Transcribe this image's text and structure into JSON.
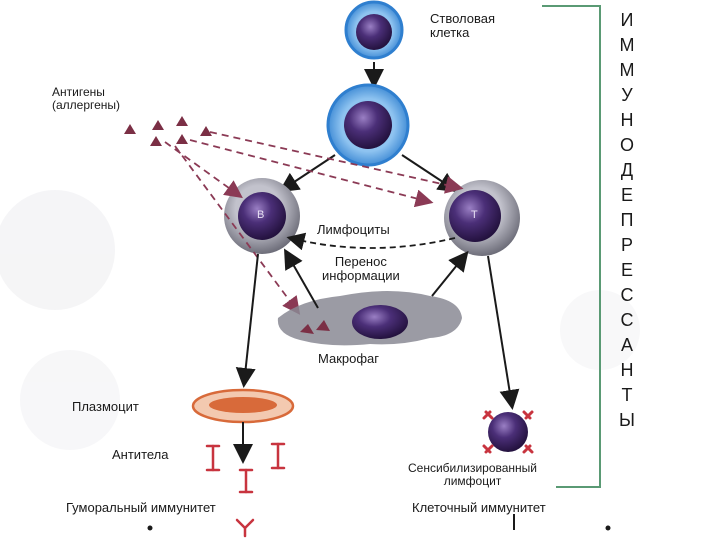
{
  "labels": {
    "stem_cell_line1": "Стволовая",
    "stem_cell_line2": "клетка",
    "antigens_line1": "Антигены",
    "antigens_line2": "(аллергены)",
    "b_cell": "B",
    "t_cell": "T",
    "lymphocytes": "Лимфоциты",
    "transfer_line1": "Перенос",
    "transfer_line2": "информации",
    "macrophage": "Макрофаг",
    "plasmocyte": "Плазмоцит",
    "antibodies": "Антитела",
    "sensitized_line1": "Сенсибилизированный",
    "sensitized_line2": "лимфоцит",
    "humoral": "Гуморальный иммунитет",
    "cellular": "Клеточный иммунитет"
  },
  "vertical_word": [
    "И",
    "М",
    "М",
    "У",
    "Н",
    "О",
    "Д",
    "Е",
    "П",
    "Р",
    "Е",
    "С",
    "С",
    "А",
    "Н",
    "Т",
    "Ы"
  ],
  "colors": {
    "nucleus": "#4b2f78",
    "stem_cytoplasm": "#3f8fd8",
    "lymph_cytoplasm": "#8d8d9a",
    "antigen": "#7b2f45",
    "dashed_arrow": "#8b3a55",
    "plasmocyte": "#d86a3a",
    "antibody": "#c8343f",
    "bracket": "#5a9a74"
  }
}
